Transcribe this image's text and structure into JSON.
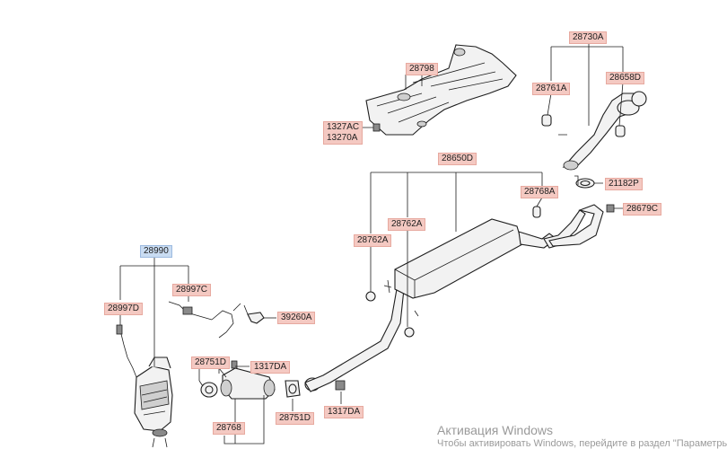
{
  "labels": {
    "p28990": "28990",
    "p28997D": "28997D",
    "p28997C": "28997C",
    "p39260A": "39260A",
    "p28751D_a": "28751D",
    "p1317DA_a": "1317DA",
    "p28768": "28768",
    "p28751D_b": "28751D",
    "p1317DA_b": "1317DA",
    "p28798": "28798",
    "p1327AC": "1327AC",
    "p13270A": "13270A",
    "p28650D": "28650D",
    "p28762A_a": "28762A",
    "p28762A_b": "28762A",
    "p28768A": "28768A",
    "p28730A": "28730A",
    "p28761A": "28761A",
    "p28658D": "28658D",
    "p21182P": "21182P",
    "p28679C": "28679C"
  },
  "watermark": {
    "title": "Активация Windows",
    "subtitle": "Чтобы активировать Windows, перейдите в раздел \"Параметры\"."
  },
  "colors": {
    "label_bg": "#f4c9c2",
    "highlight_bg": "#c9dcf2",
    "line": "#1e1e1e"
  }
}
